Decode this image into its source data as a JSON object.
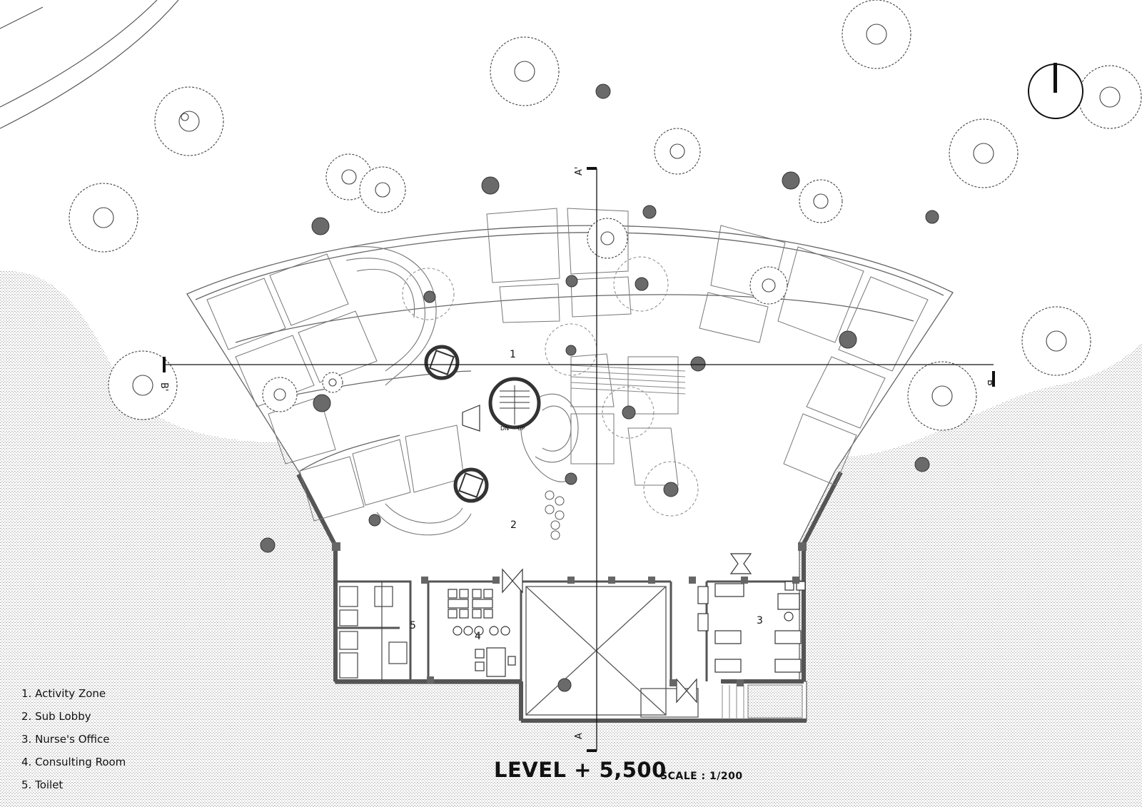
{
  "drawing": {
    "title": "LEVEL + 5,500",
    "scale": "SCALE : 1/200"
  },
  "legend": {
    "items": [
      "1. Activity Zone",
      "2. Sub Lobby",
      "3. Nurse's Office",
      "4. Consulting Room",
      "5. Toilet"
    ]
  },
  "room_numbers": {
    "activity_zone": "1",
    "sub_lobby": "2",
    "nurses_office": "3",
    "consulting_room": "4",
    "toilet": "5"
  },
  "section_marks": {
    "a_top": "A'",
    "a_bottom": "A",
    "b_left": "B'",
    "b_right": "B"
  },
  "stair": {
    "down": "DN",
    "up": "UP"
  },
  "colors": {
    "hatch": "#b9b9b9",
    "wall": "#555555",
    "column": "#6a6a6a",
    "line": "#333333"
  }
}
